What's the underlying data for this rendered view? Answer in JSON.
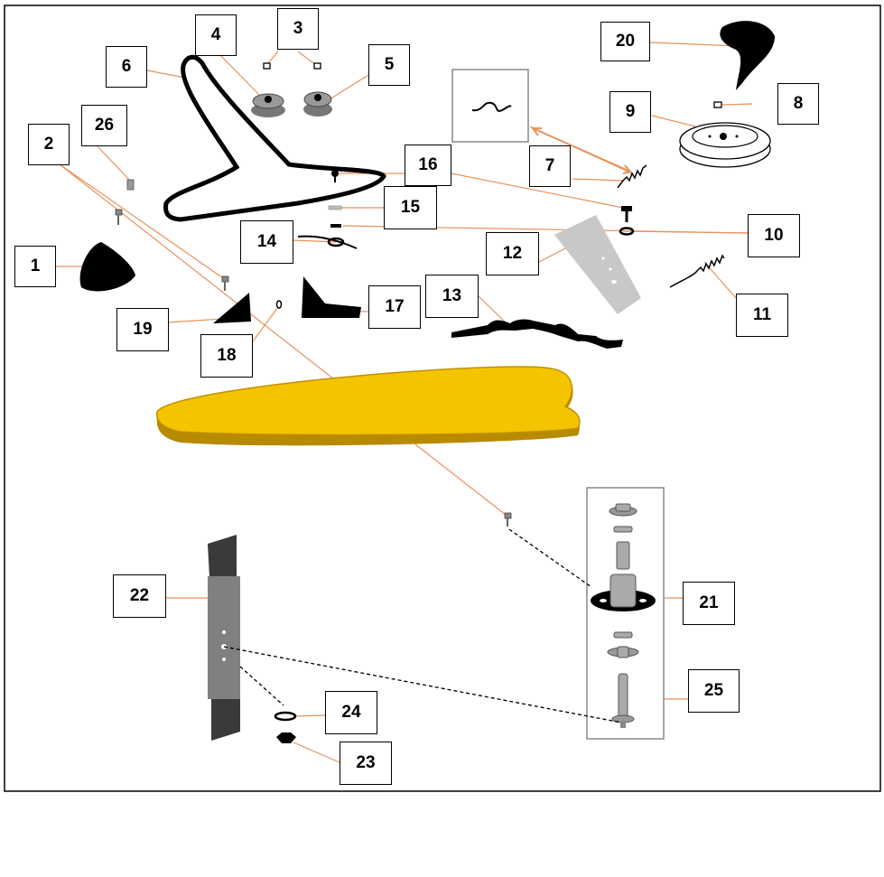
{
  "diagram": {
    "labels": [
      "1",
      "2",
      "3",
      "4",
      "5",
      "6",
      "7",
      "8",
      "9",
      "10",
      "11",
      "12",
      "13",
      "14",
      "15",
      "16",
      "17",
      "18",
      "19",
      "20",
      "21",
      "22",
      "23",
      "24",
      "25",
      "26"
    ]
  },
  "colors": {
    "deck": "#f5c400",
    "deck_edge": "#b88a00",
    "leader": "#e8915a",
    "frame": "#000000",
    "inset_frame": "#888888"
  }
}
